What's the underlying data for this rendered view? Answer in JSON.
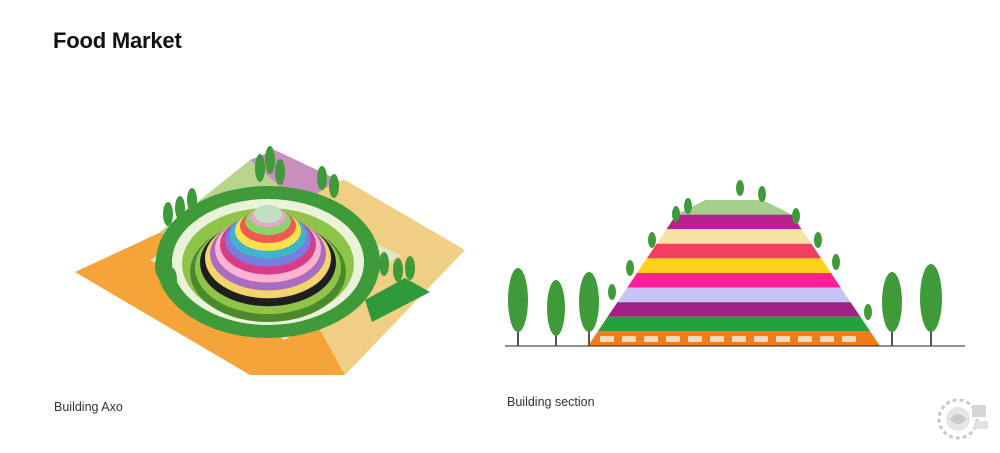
{
  "page": {
    "title": "Food Market"
  },
  "captions": {
    "axo": "Building Axo",
    "section": "Building section"
  },
  "colors": {
    "orange": "#f5a43a",
    "sand": "#f0cf85",
    "lavender": "#c98ec0",
    "green": "#2f9a3c",
    "tree": "#3f9a3a"
  },
  "axo_rings": [
    "#4b8a2a",
    "#8fc34a",
    "#1e1e1e",
    "#f4d46a",
    "#a86cc0",
    "#ffb3d1",
    "#d63d86",
    "#7c7be0",
    "#3fb6c8",
    "#ffe04d",
    "#ef5a4f",
    "#8ad36a",
    "#e8a5c7",
    "#a5d9a4"
  ],
  "section_bands": [
    "#a4cf8d",
    "#b6218d",
    "#f7e3a4",
    "#f03f5f",
    "#ffd21a",
    "#ff1e9b",
    "#c9c2f5",
    "#a31f82",
    "#24a13b",
    "#f07c1a"
  ],
  "watermark_icon": "gooood-logo-icon"
}
